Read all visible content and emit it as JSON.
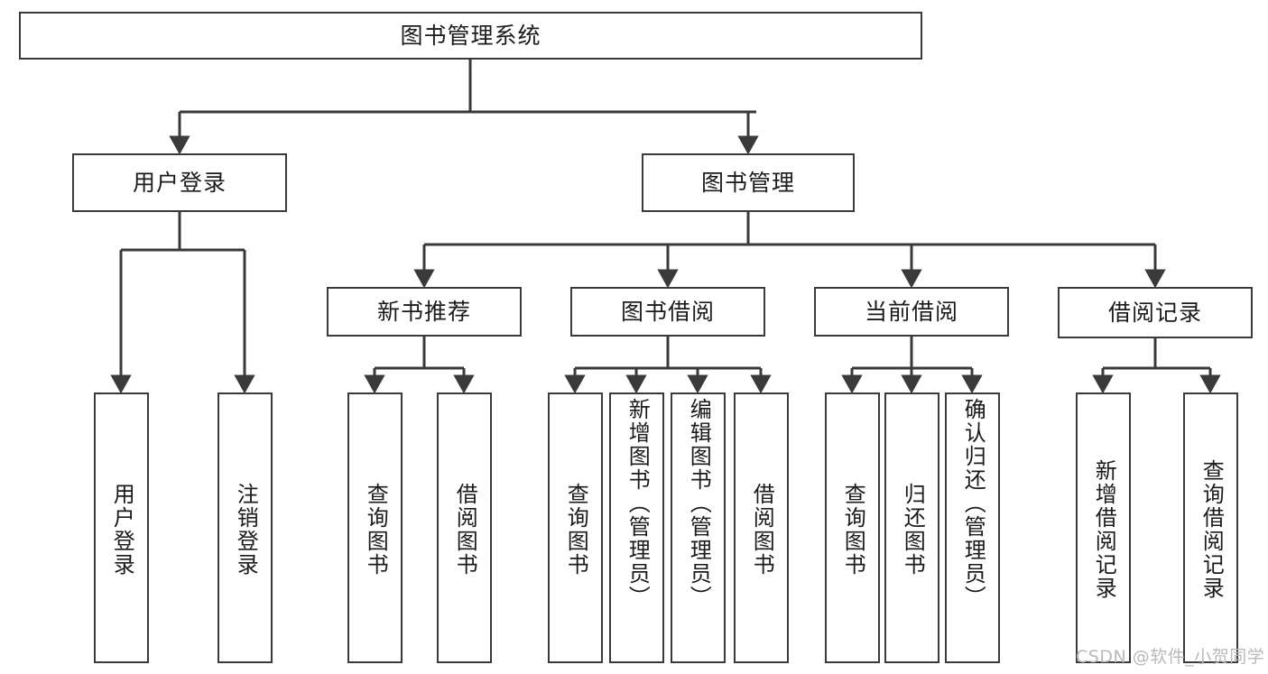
{
  "diagram": {
    "title": "图书管理系统",
    "type": "hierarchy-tree",
    "watermark": "CSDN @软件_小贺同学",
    "colors": {
      "line": "#3a3a3a",
      "box_fill": "#ffffff",
      "text": "#1b1b1b",
      "watermark": "#b9b9b9"
    },
    "root": {
      "label": "图书管理系统"
    },
    "level2": [
      {
        "label": "用户登录"
      },
      {
        "label": "图书管理"
      }
    ],
    "level3": [
      {
        "label": "新书推荐"
      },
      {
        "label": "图书借阅"
      },
      {
        "label": "当前借阅"
      },
      {
        "label": "借阅记录"
      }
    ],
    "leaves": {
      "user_login": [
        {
          "label": "用户登录"
        },
        {
          "label": "注销登录"
        }
      ],
      "new_book_recommend": [
        {
          "label": "查询图书"
        },
        {
          "label": "借阅图书"
        }
      ],
      "book_borrow": [
        {
          "label": "查询图书"
        },
        {
          "label": "新增图书（管理员）"
        },
        {
          "label": "编辑图书（管理员）"
        },
        {
          "label": "借阅图书"
        }
      ],
      "current_borrow": [
        {
          "label": "查询图书"
        },
        {
          "label": "归还图书"
        },
        {
          "label": "确认归还（管理员）"
        }
      ],
      "borrow_record": [
        {
          "label": "新增借阅记录"
        },
        {
          "label": "查询借阅记录"
        }
      ]
    }
  }
}
